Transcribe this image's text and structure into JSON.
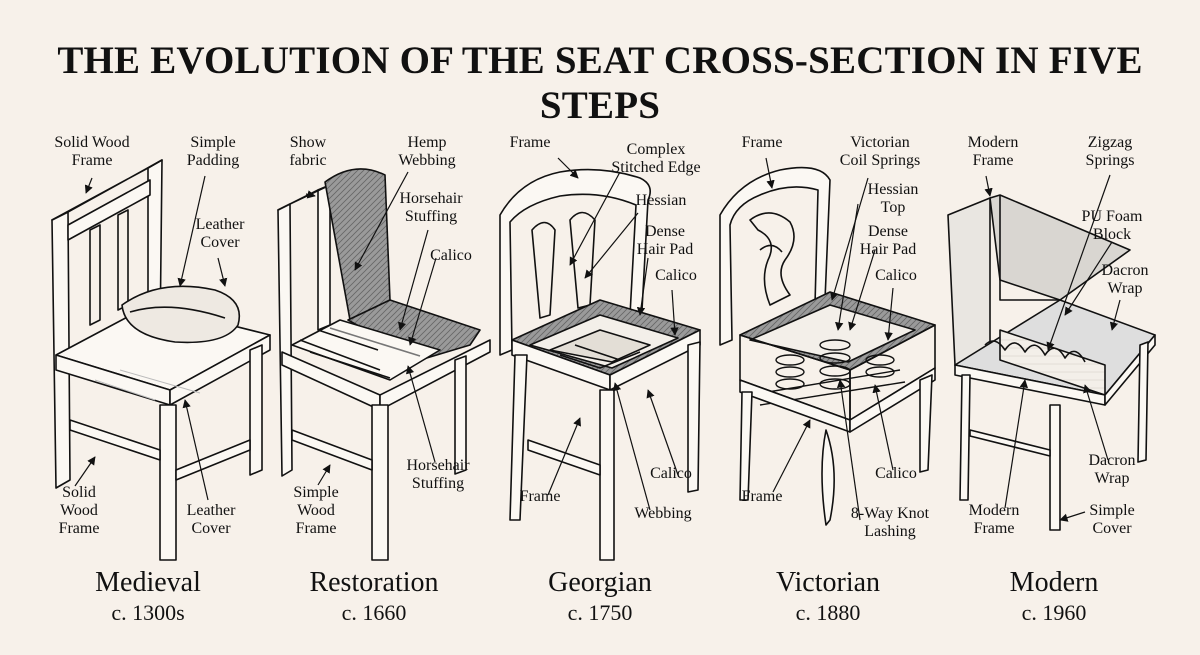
{
  "title": "THE EVOLUTION OF THE SEAT CROSS-SECTION IN FIVE STEPS",
  "panels": [
    {
      "era": "Medieval",
      "date": "c. 1300s",
      "labels": [
        "Solid Wood\nFrame",
        "Simple\nPadding",
        "Leather\nCover",
        "Solid\nWood\nFrame",
        "Leather\nCover"
      ]
    },
    {
      "era": "Restoration",
      "date": "c. 1660",
      "labels": [
        "Show\nfabric",
        "Hemp\nWebbing",
        "Horsehair\nStuffing",
        "Calico",
        "Horsehair\nStuffing",
        "Simple\nWood\nFrame"
      ]
    },
    {
      "era": "Georgian",
      "date": "c. 1750",
      "labels": [
        "Frame",
        "Complex\nStitched Edge",
        "Hessian",
        "Dense\nHair Pad",
        "Calico",
        "Calico",
        "Frame",
        "Webbing"
      ]
    },
    {
      "era": "Victorian",
      "date": "c. 1880",
      "labels": [
        "Frame",
        "Victorian\nCoil Springs",
        "Hessian\nTop",
        "Dense\nHair Pad",
        "Calico",
        "Calico",
        "Frame",
        "8-Way Knot\nLashing"
      ]
    },
    {
      "era": "Modern",
      "date": "c. 1960",
      "labels": [
        "Modern\nFrame",
        "Zigzag\nSprings",
        "PU Foam\nBlock",
        "Dacron\nWrap",
        "Dacron\nWrap",
        "Modern\nFrame",
        "Simple\nCover"
      ]
    }
  ],
  "colors": {
    "background": "#f7f1ea",
    "ink": "#111111",
    "padding": "#8c8c8c",
    "foam": "#dedede"
  }
}
